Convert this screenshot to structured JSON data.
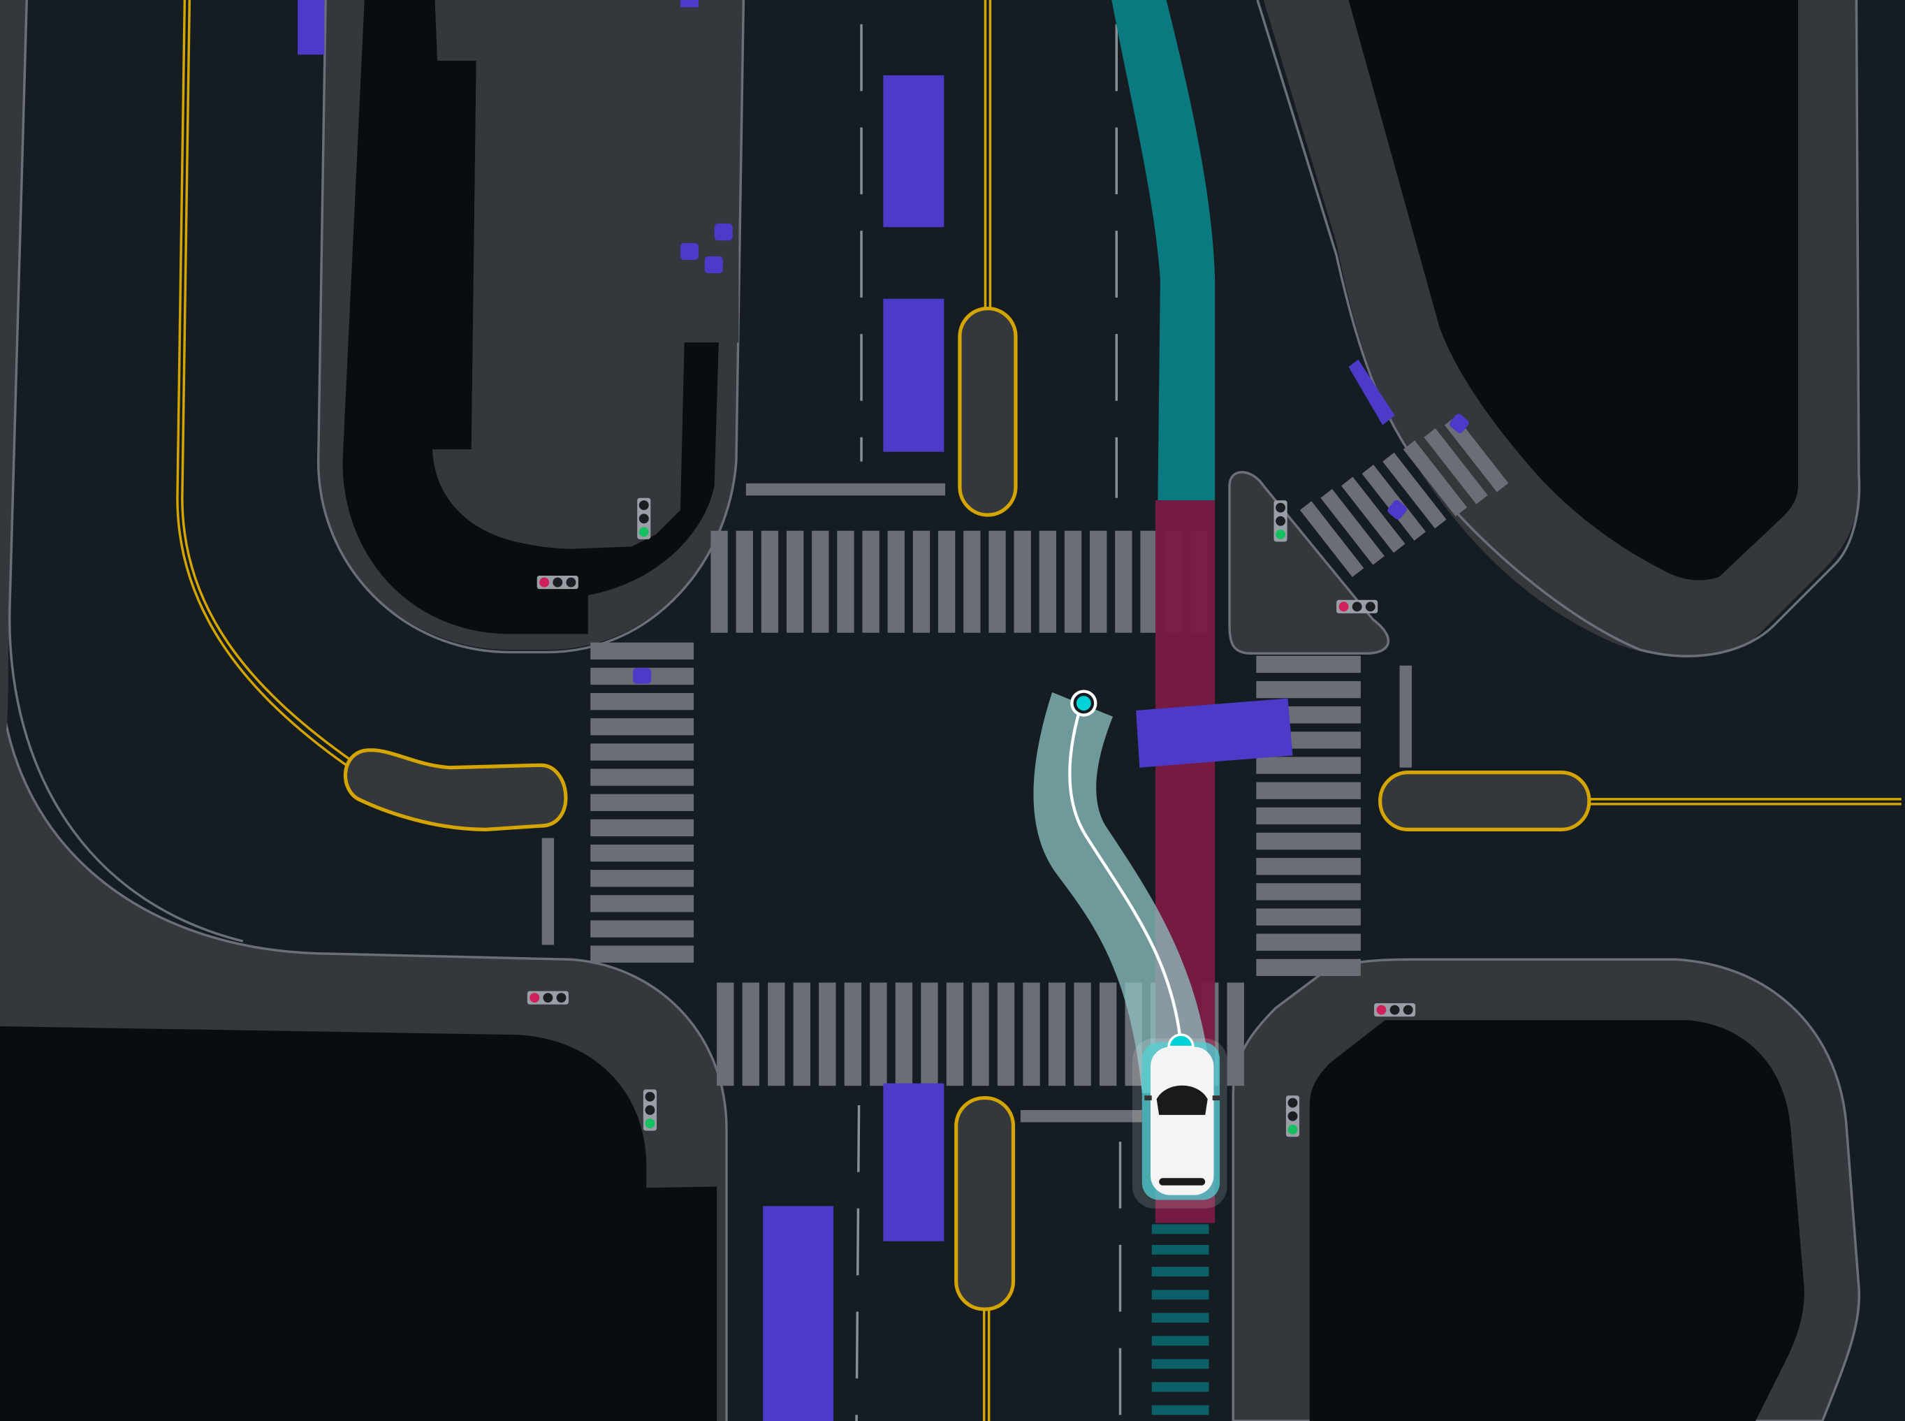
{
  "view": "autonomous-vehicle-intersection-visualization",
  "colors": {
    "road": "#151d23",
    "sidewalk": "#34373c",
    "building": "#0a0d0f",
    "curb_line": "#6a6f78",
    "crosswalk": "#6b6e75",
    "lane_divider": "#d4a500",
    "vehicle": "#4b3bc8",
    "ego_route_ahead": "#0b7a80",
    "yield_zone": "#7a1a42",
    "planned_path": "#8fc3c4",
    "waypoint": "#00d2d8",
    "ego_vehicle": "#f4f4f4"
  },
  "icons": [
    "car-icon",
    "traffic-light-icon",
    "waypoint-icon",
    "pedestrian-icon"
  ],
  "traffic_lights": [
    {
      "name": "northwest-vertical",
      "state": "green"
    },
    {
      "name": "northwest-horizontal",
      "state": "red"
    },
    {
      "name": "northeast-vertical",
      "state": "green"
    },
    {
      "name": "northeast-horizontal",
      "state": "red"
    },
    {
      "name": "southwest-horizontal",
      "state": "red"
    },
    {
      "name": "southwest-vertical",
      "state": "green"
    },
    {
      "name": "southeast-horizontal",
      "state": "red"
    },
    {
      "name": "southeast-vertical",
      "state": "green"
    }
  ]
}
